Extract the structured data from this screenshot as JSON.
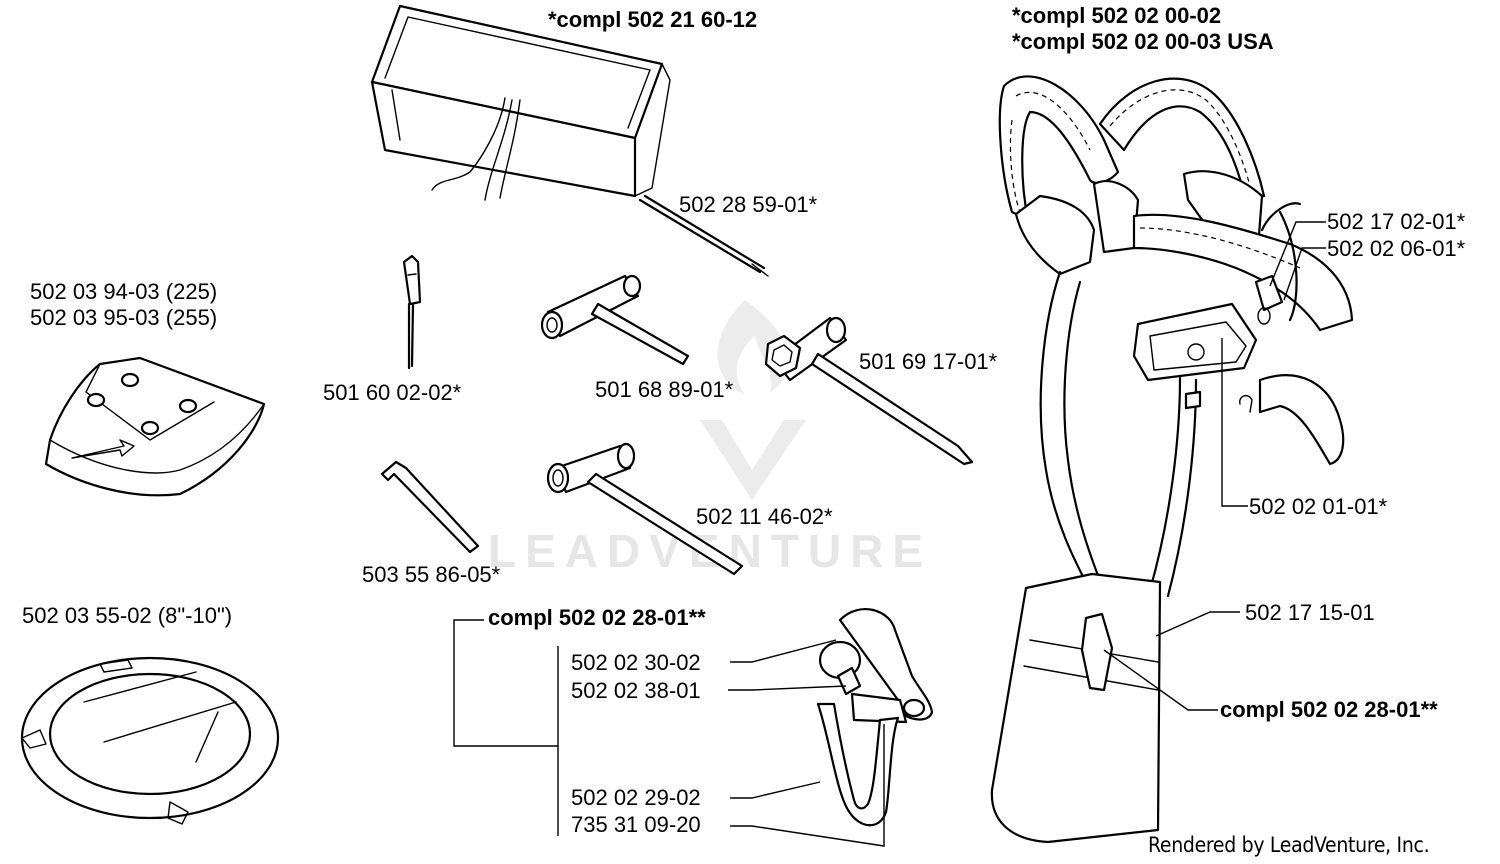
{
  "labels": {
    "bag_compl": "*compl 502 21 60-12",
    "harness_compl_1": "*compl 502 02 00-02",
    "harness_compl_2": "*compl 502 02 00-03 USA",
    "rod": "502 28 59-01*",
    "strap_1": "502 17 02-01*",
    "strap_2": "502 02 06-01*",
    "guard_1": "502 03 94-03 (225)",
    "guard_2": "502 03 95-03 (255)",
    "screwdriver": "501 60 02-02*",
    "combi_wrench": "501 68 89-01*",
    "socket_wrench": "501 69 17-01*",
    "harness_strap": "502 02 01-01*",
    "plug_wrench": "502 11 46-02*",
    "hex_key": "503 55 86-05*",
    "ring_guard": "502 03 55-02 (8\"-10\")",
    "hook_compl": "compl 502 02 28-01**",
    "hook_part_1": "502 02 30-02",
    "hook_part_2": "502 02 38-01",
    "hook_part_3": "502 02 29-02",
    "hook_part_4": "735 31 09-20",
    "hip_pad": "502 17 15-01",
    "hook_compl_right": "compl 502 02 28-01**"
  },
  "footer": "Rendered by LeadVenture, Inc.",
  "watermark": "LEADVENTURE"
}
